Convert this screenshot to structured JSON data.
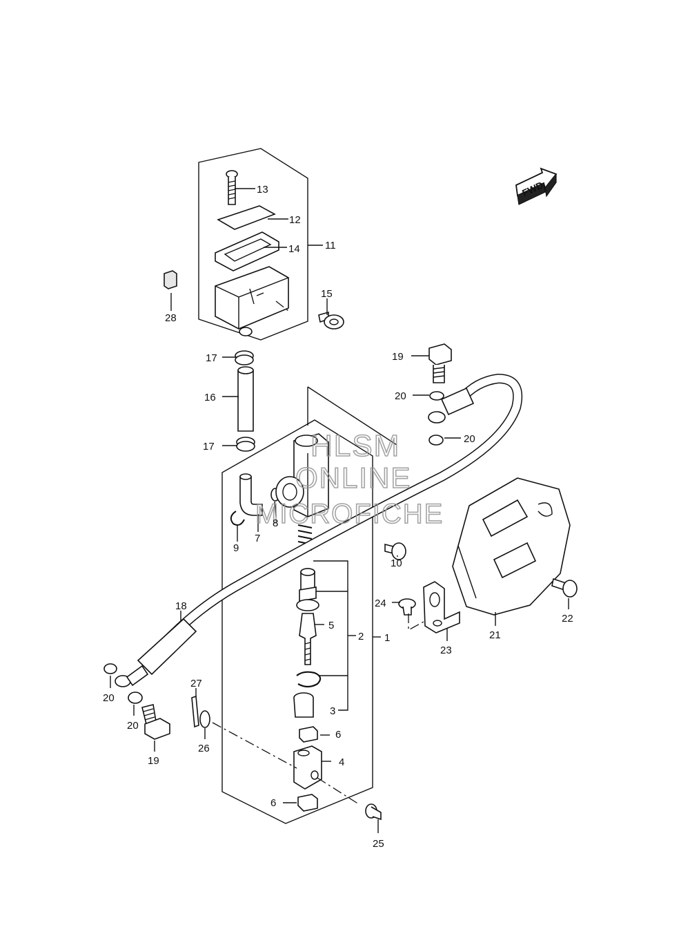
{
  "fwd_badge": "FWD",
  "watermark": [
    "HLSM",
    "ONLINE",
    "MICROFICHE"
  ],
  "part_numbers": {
    "p1": "1",
    "p2": "2",
    "p3": "3",
    "p4": "4",
    "p5": "5",
    "p6a": "6",
    "p6b": "6",
    "p7": "7",
    "p8": "8",
    "p9": "9",
    "p10": "10",
    "p11": "11",
    "p12": "12",
    "p13": "13",
    "p14": "14",
    "p15": "15",
    "p16": "16",
    "p17a": "17",
    "p17b": "17",
    "p18": "18",
    "p19a": "19",
    "p19b": "19",
    "p20a": "20",
    "p20b": "20",
    "p20c": "20",
    "p20d": "20",
    "p21": "21",
    "p22": "22",
    "p23": "23",
    "p24": "24",
    "p25": "25",
    "p26": "26",
    "p27": "27",
    "p28": "28"
  }
}
